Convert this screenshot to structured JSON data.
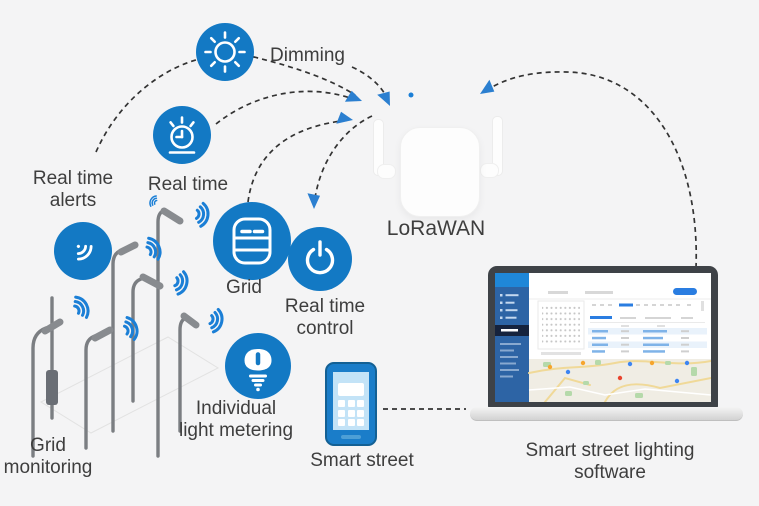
{
  "colors": {
    "background": "#f4f4f5",
    "icon_circle_blue": "#1379c4",
    "wifi_blue": "#1b7fd6",
    "arrow_blue": "#2b7fd0",
    "dash_line": "#333333",
    "text": "#3e3e3e",
    "phone_blue": "#1a7dc9"
  },
  "nodes": {
    "dimming": {
      "label": "Dimming",
      "icon": "sun-icon"
    },
    "real_time": {
      "label": "Real time",
      "icon": "stopwatch-icon"
    },
    "real_time_alerts": {
      "line1": "Real time",
      "line2": "alerts",
      "icon": "signal-icon"
    },
    "grid": {
      "label": "Grid",
      "icon": "meter-icon"
    },
    "real_time_control": {
      "line1": "Real time",
      "line2": "control",
      "icon": "power-icon"
    },
    "individual_light_metering": {
      "line1": "Individual",
      "line2": "light metering",
      "icon": "smart-bulb-icon"
    },
    "grid_monitoring": {
      "line1": "Grid",
      "line2": "monitoring"
    },
    "gateway": {
      "label": "LoRaWAN"
    },
    "smart_street": {
      "label": "Smart street"
    },
    "software": {
      "line1": "Smart street lighting",
      "line2": "software"
    }
  },
  "connections": [
    {
      "from": "real-time-alerts",
      "to": "lorawan-gateway"
    },
    {
      "from": "real-time",
      "to": "lorawan-gateway"
    },
    {
      "from": "dimming",
      "to": "lorawan-gateway"
    },
    {
      "from": "grid",
      "to": "lorawan-gateway"
    },
    {
      "from": "lorawan-gateway",
      "to": "real-time-control"
    },
    {
      "from": "smart-street-lighting-software",
      "to": "lorawan-gateway"
    },
    {
      "from": "smart-street-app",
      "to": "smart-street-lighting-software"
    }
  ]
}
